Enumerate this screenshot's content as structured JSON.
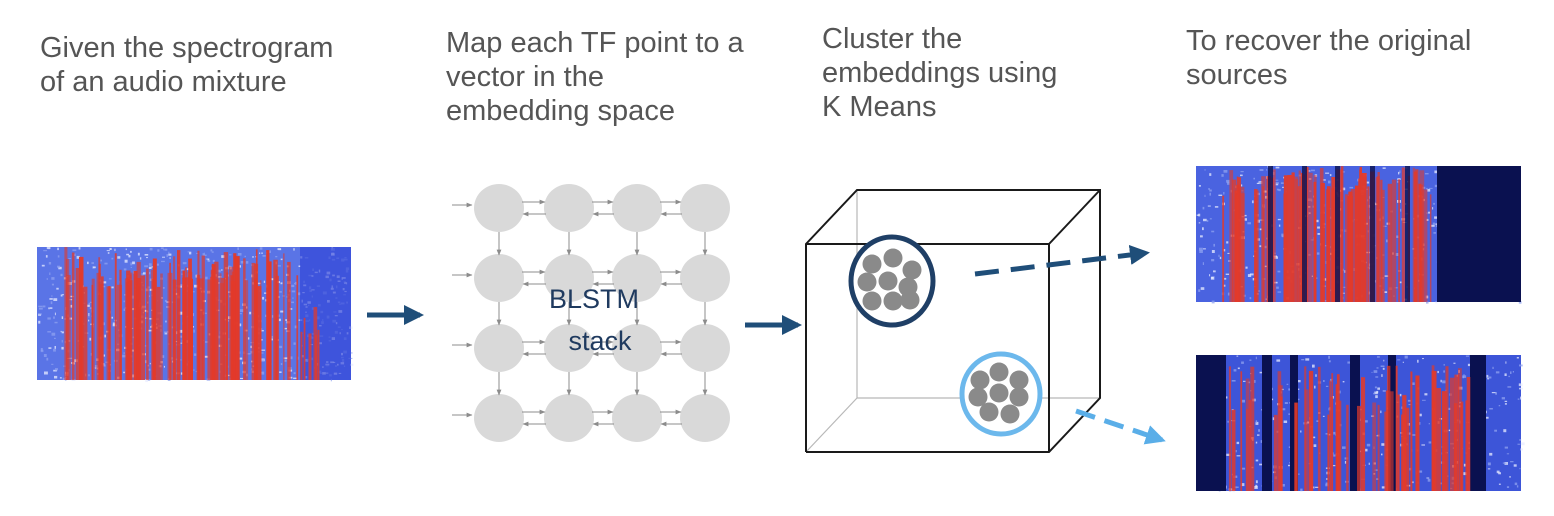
{
  "steps": [
    {
      "lines": [
        "Given the spectrogram",
        "of an audio mixture"
      ]
    },
    {
      "lines": [
        "Map each TF point to a",
        "vector in the",
        "embedding space"
      ]
    },
    {
      "lines": [
        "Cluster the",
        "embeddings using",
        "K Means"
      ]
    },
    {
      "lines": [
        "To recover the original",
        "sources"
      ]
    }
  ],
  "network": {
    "label_line1": "BLSTM",
    "label_line2": "stack"
  },
  "colors": {
    "caption_text": "#555555",
    "arrow_dark": "#1f4e79",
    "arrow_light": "#5aaee8",
    "node_fill": "#d9d9d9",
    "cluster_dark_ring": "#1f3f66",
    "cluster_light_ring": "#6cb8ec",
    "embedding_dot": "#8a8a8a",
    "spectrogram_red": "#e23a2a",
    "spectrogram_blue": "#2b3fd6",
    "spectrogram_navy": "#0a1150"
  },
  "icons": {
    "mixture": "mixture-spectrogram",
    "source1": "source-spectrogram-1",
    "source2": "source-spectrogram-2"
  }
}
